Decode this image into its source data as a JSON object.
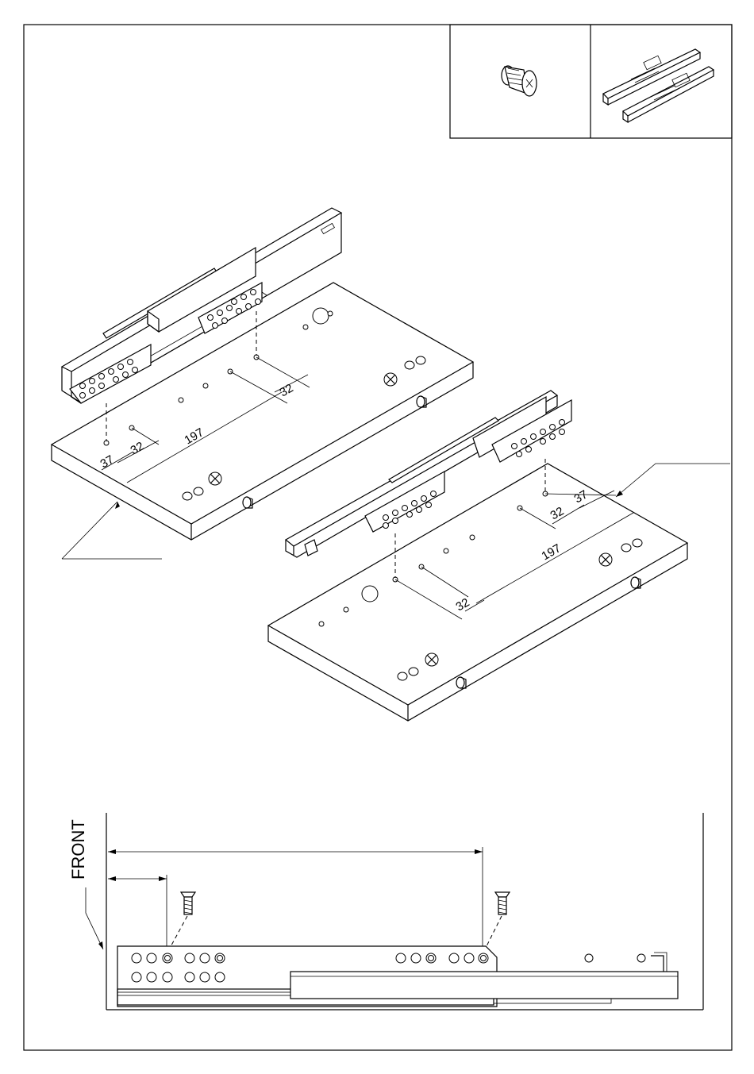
{
  "dimensions": {
    "left_board": {
      "edge_offset": "37",
      "pitch_front": "32",
      "length": "197",
      "pitch_rear": "32"
    },
    "right_board": {
      "edge_offset": "37",
      "pitch_front": "32",
      "length": "197",
      "pitch_rear": "32"
    }
  },
  "side_view": {
    "front_label": "FRONT"
  },
  "parts_legend": [
    {
      "icon": "euro-screw-icon"
    },
    {
      "icon": "drawer-runner-pair-icon"
    }
  ]
}
